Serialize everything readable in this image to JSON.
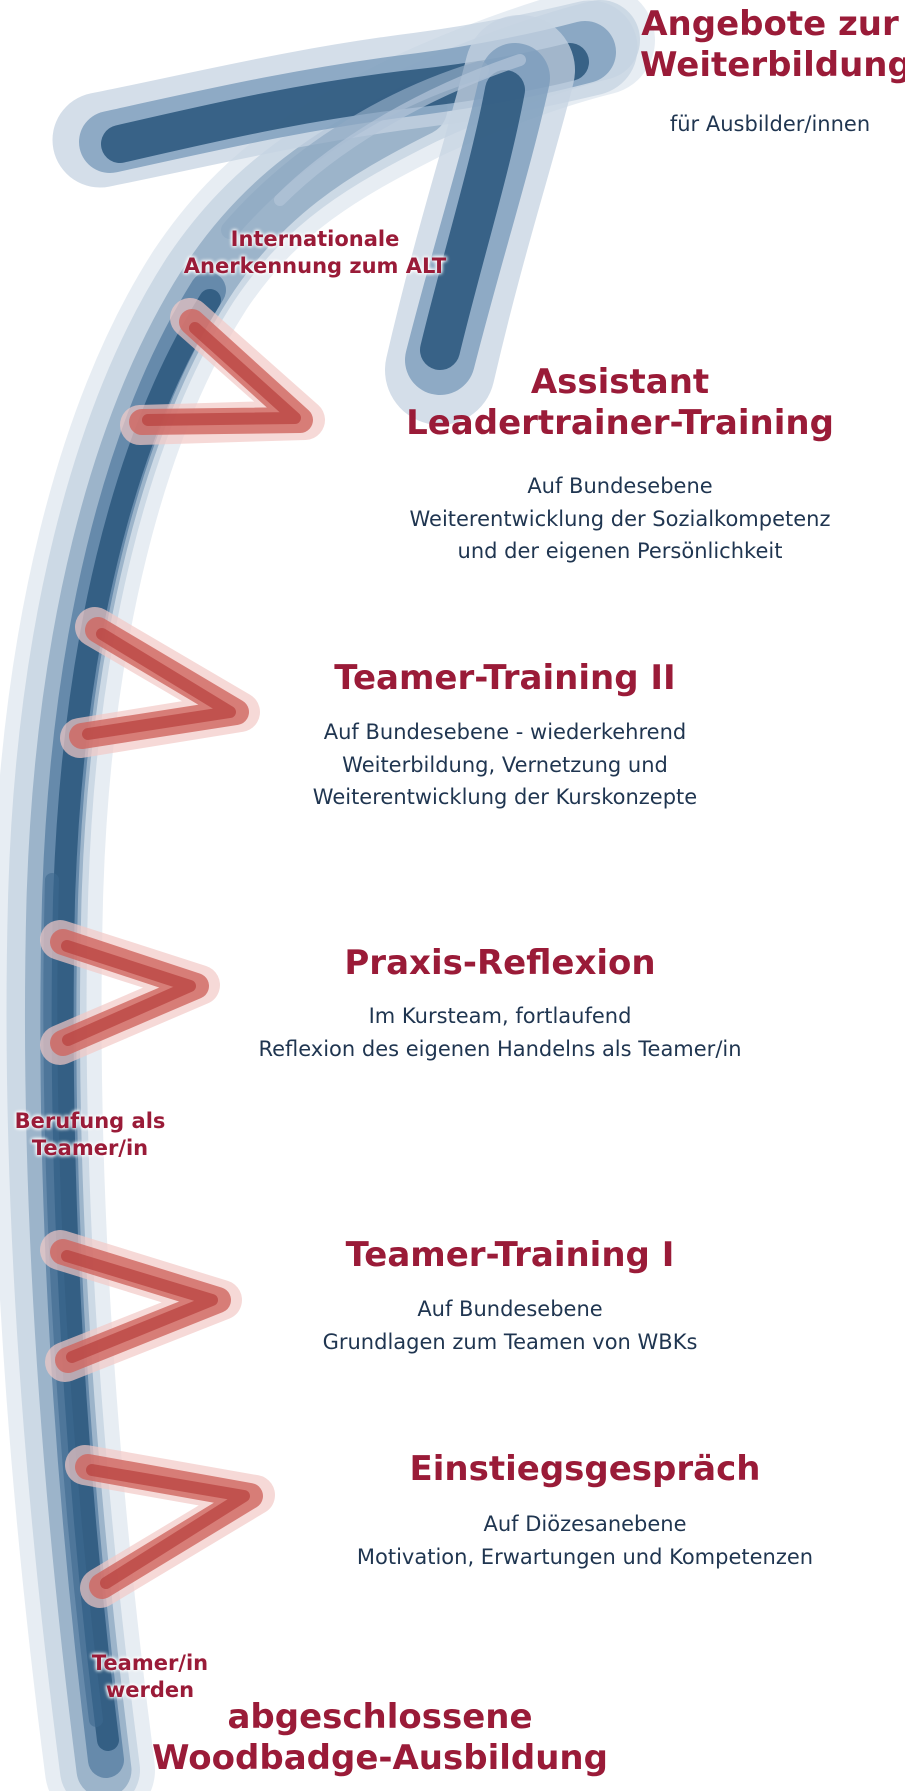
{
  "colors": {
    "title": "#9a1b38",
    "description": "#1f3550",
    "path_dark": "#2f5a80",
    "path_light": "#c5d3e1",
    "chevron": "#c0504f"
  },
  "top": {
    "title_line1": "Angebote zur",
    "title_line2": "Weiterbildung",
    "subtitle": "für Ausbilder/innen"
  },
  "tags": {
    "international_line1": "Internationale",
    "international_line2": "Anerkennung zum ALT",
    "berufung_line1": "Berufung als",
    "berufung_line2": "Teamer/in",
    "teamer_werden_line1": "Teamer/in",
    "teamer_werden_line2": "werden"
  },
  "steps": [
    {
      "title_line1": "Assistant",
      "title_line2": "Leadertrainer-Training",
      "desc": [
        "Auf Bundesebene",
        "Weiterentwicklung der Sozialkompetenz",
        "und der eigenen Persönlichkeit"
      ]
    },
    {
      "title": "Teamer-Training II",
      "desc": [
        "Auf Bundesebene - wiederkehrend",
        "Weiterbildung, Vernetzung und",
        "Weiterentwicklung der Kurskonzepte"
      ]
    },
    {
      "title": "Praxis-Reflexion",
      "desc": [
        "Im Kursteam, fortlaufend",
        "Reflexion des eigenen Handelns als Teamer/in"
      ]
    },
    {
      "title": "Teamer-Training I",
      "desc": [
        "Auf Bundesebene",
        "Grundlagen zum Teamen von WBKs"
      ]
    },
    {
      "title": "Einstiegsgespräch",
      "desc": [
        "Auf Diözesanebene",
        "Motivation, Erwartungen und Kompetenzen"
      ]
    }
  ],
  "bottom": {
    "title_line1": "abgeschlossene",
    "title_line2": "Woodbadge-Ausbildung"
  }
}
